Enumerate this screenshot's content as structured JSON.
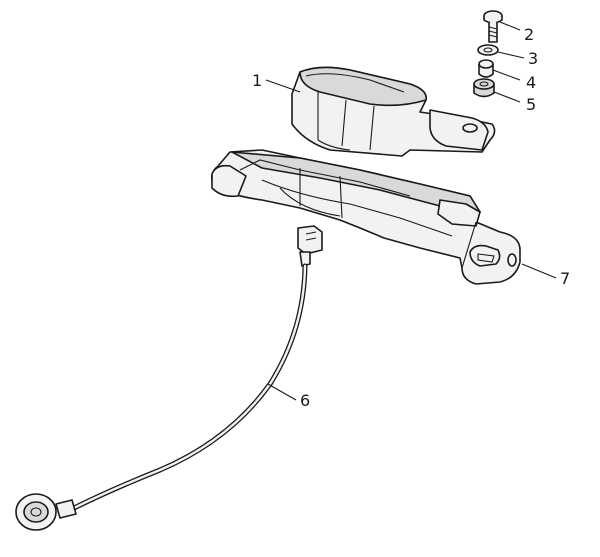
{
  "callouts": [
    {
      "id": "1",
      "label": "1"
    },
    {
      "id": "2",
      "label": "2"
    },
    {
      "id": "3",
      "label": "3"
    },
    {
      "id": "4",
      "label": "4"
    },
    {
      "id": "5",
      "label": "5"
    },
    {
      "id": "6",
      "label": "6"
    },
    {
      "id": "7",
      "label": "7"
    }
  ],
  "colors": {
    "line": "#1a1a1a",
    "fill_light": "#f2f2f2",
    "fill_dark": "#d9d9d9",
    "background": "#ffffff"
  }
}
